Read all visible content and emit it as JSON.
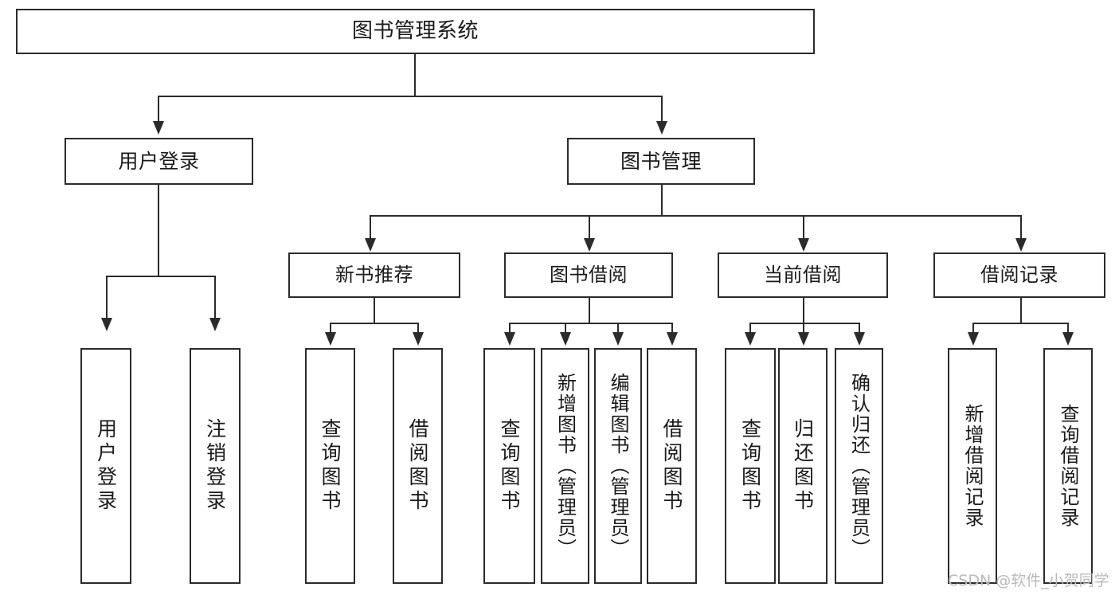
{
  "diagram": {
    "title": "图书管理系统",
    "watermark": "CSDN @软件_小贺同学",
    "line_color": "#2b2b2b",
    "box_fill": "#ffffff",
    "text_color": "#1a1a1a",
    "watermark_color": "#b9b9b9"
  },
  "nodes": {
    "root": "图书管理系统",
    "level2": {
      "user_login": "用户登录",
      "book_manage": "图书管理"
    },
    "level3": {
      "new_book_rec": "新书推荐",
      "book_borrow": "图书借阅",
      "current_borrow": "当前借阅",
      "borrow_record": "借阅记录"
    },
    "leaves": {
      "user_login_child_1": "用户登录",
      "user_login_child_2": "注销登录",
      "new_book_rec_child_1": "查询图书",
      "new_book_rec_child_2": "借阅图书",
      "book_borrow_child_1": "查询图书",
      "book_borrow_child_2": "新增图书（管理员）",
      "book_borrow_child_3": "编辑图书（管理员）",
      "book_borrow_child_4": "借阅图书",
      "current_borrow_child_1": "查询图书",
      "current_borrow_child_2": "归还图书",
      "current_borrow_child_3": "确认归还（管理员）",
      "borrow_record_child_1": "新增借阅记录",
      "borrow_record_child_2": "查询借阅记录"
    }
  }
}
